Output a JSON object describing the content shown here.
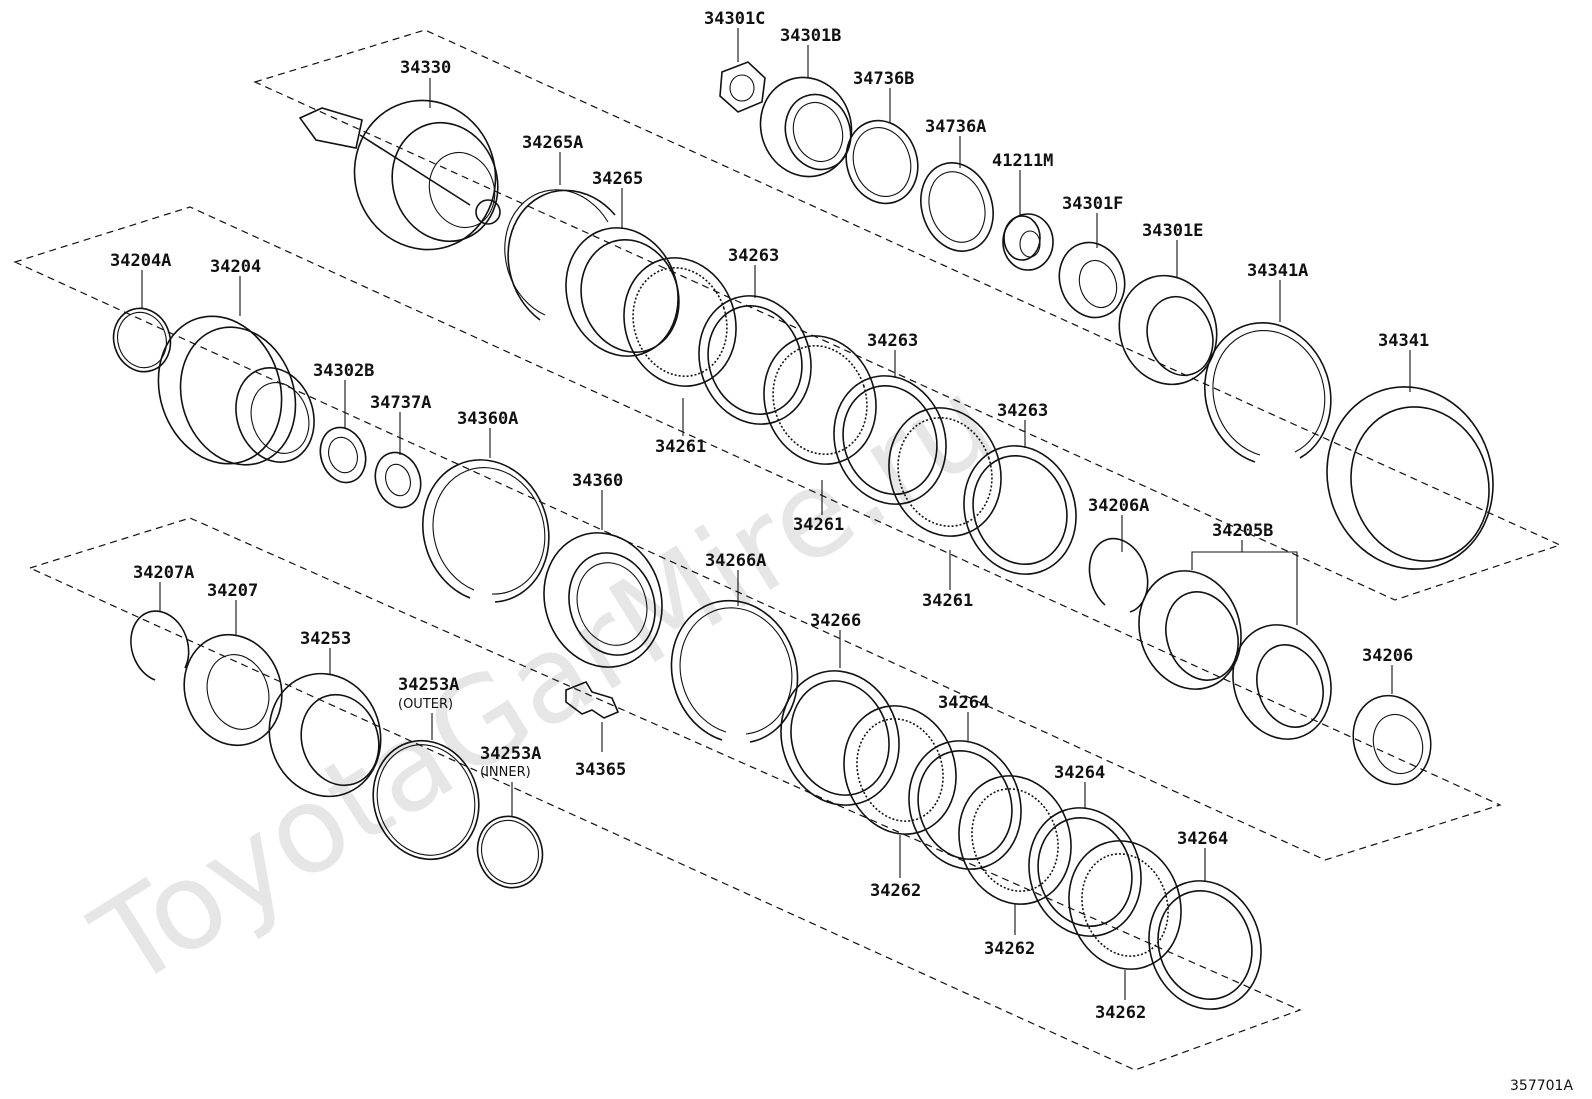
{
  "watermark": "ToyotaGarMire.ru",
  "diagram_code": "357701A",
  "parts": {
    "p34330": "34330",
    "p34265A": "34265A",
    "p34265": "34265",
    "p34301C": "34301C",
    "p34301B": "34301B",
    "p34736B": "34736B",
    "p34736A": "34736A",
    "p41211M": "41211M",
    "p34301F": "34301F",
    "p34301E": "34301E",
    "p34341A": "34341A",
    "p34341": "34341",
    "p34263a": "34263",
    "p34263b": "34263",
    "p34263c": "34263",
    "p34261a": "34261",
    "p34261b": "34261",
    "p34261c": "34261",
    "p34206A": "34206A",
    "p34205B": "34205B",
    "p34206": "34206",
    "p34204A": "34204A",
    "p34204": "34204",
    "p34302B": "34302B",
    "p34737A": "34737A",
    "p34360A": "34360A",
    "p34360": "34360",
    "p34266A": "34266A",
    "p34266": "34266",
    "p34264a": "34264",
    "p34264b": "34264",
    "p34264c": "34264",
    "p34262a": "34262",
    "p34262b": "34262",
    "p34262c": "34262",
    "p34207A": "34207A",
    "p34207": "34207",
    "p34253": "34253",
    "p34253A_outer": "34253A",
    "p34253A_outer_note": "(OUTER)",
    "p34253A_inner": "34253A",
    "p34253A_inner_note": "(INNER)",
    "p34365": "34365"
  }
}
